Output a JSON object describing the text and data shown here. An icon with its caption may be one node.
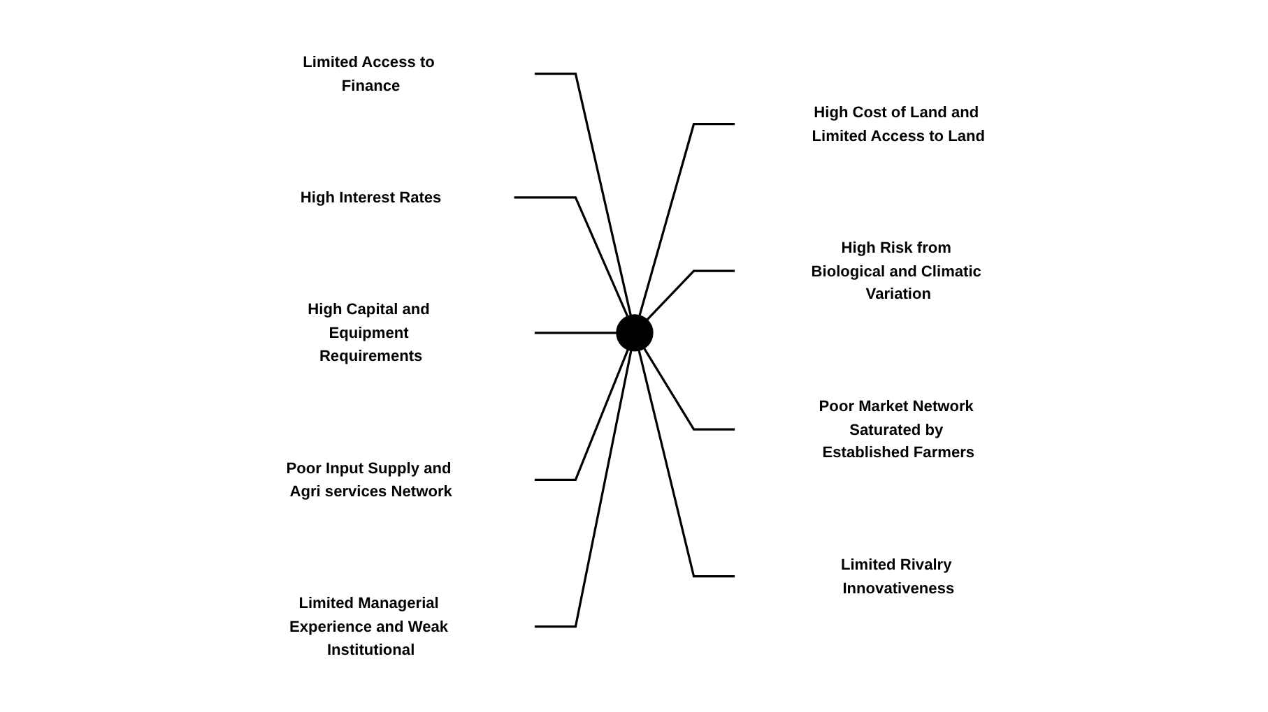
{
  "diagram": {
    "nodes": [
      {
        "text": [],
        "shape": "circle"
      },
      {
        "text": [
          "Limited Access to Finance"
        ]
      },
      {
        "text": [
          "High Cost of Land and Limited Access to Land"
        ]
      },
      {
        "text": [
          "High Interest Rates"
        ]
      },
      {
        "text": [
          "High Risk from Biological and Climatic Variation"
        ]
      },
      {
        "text": [
          "High Capital and Equipment Requirements"
        ]
      },
      {
        "text": [
          "Poor Market Network Saturated by Established Farmers"
        ]
      },
      {
        "text": [
          "Poor Input Supply and Agri services Network"
        ]
      },
      {
        "text": [
          "Limited Managerial Experience and Weak Institutional"
        ]
      },
      {
        "text": [
          "Limited Rivalry Innovativeness"
        ]
      }
    ],
    "edges": [
      {
        "from": 1,
        "to": 0,
        "arrow": "none"
      },
      {
        "from": 0,
        "to": 2,
        "arrow": "none"
      },
      {
        "from": 3,
        "to": 0,
        "arrow": "none"
      },
      {
        "from": 0,
        "to": 4,
        "arrow": "none"
      },
      {
        "from": 5,
        "to": 0,
        "arrow": "none"
      },
      {
        "from": 0,
        "to": 6,
        "arrow": "none"
      },
      {
        "from": 7,
        "to": 0,
        "arrow": "none"
      },
      {
        "from": 8,
        "to": 0,
        "arrow": "none"
      },
      {
        "from": 0,
        "to": 9,
        "arrow": "none"
      }
    ]
  }
}
